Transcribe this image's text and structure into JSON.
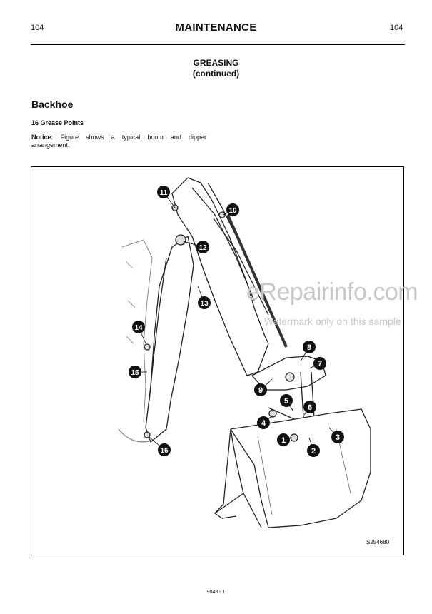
{
  "header": {
    "page_left": "104",
    "title": "MAINTENANCE",
    "page_right": "104"
  },
  "section": {
    "title": "GREASING",
    "subtitle": "(continued)"
  },
  "subheading": "Backhoe",
  "grease_points_label": "16 Grease Points",
  "notice": {
    "label": "Notice:",
    "text": " Figure shows a typical boom and dipper arrangement."
  },
  "figure": {
    "code": "S254680",
    "callouts": [
      "1",
      "2",
      "3",
      "4",
      "5",
      "6",
      "7",
      "8",
      "9",
      "10",
      "11",
      "12",
      "13",
      "14",
      "15",
      "16"
    ]
  },
  "watermark": {
    "main": "eRepairinfo.com",
    "sub": "Watermark only on this sample"
  },
  "footer": {
    "code": "9048 - 1"
  }
}
